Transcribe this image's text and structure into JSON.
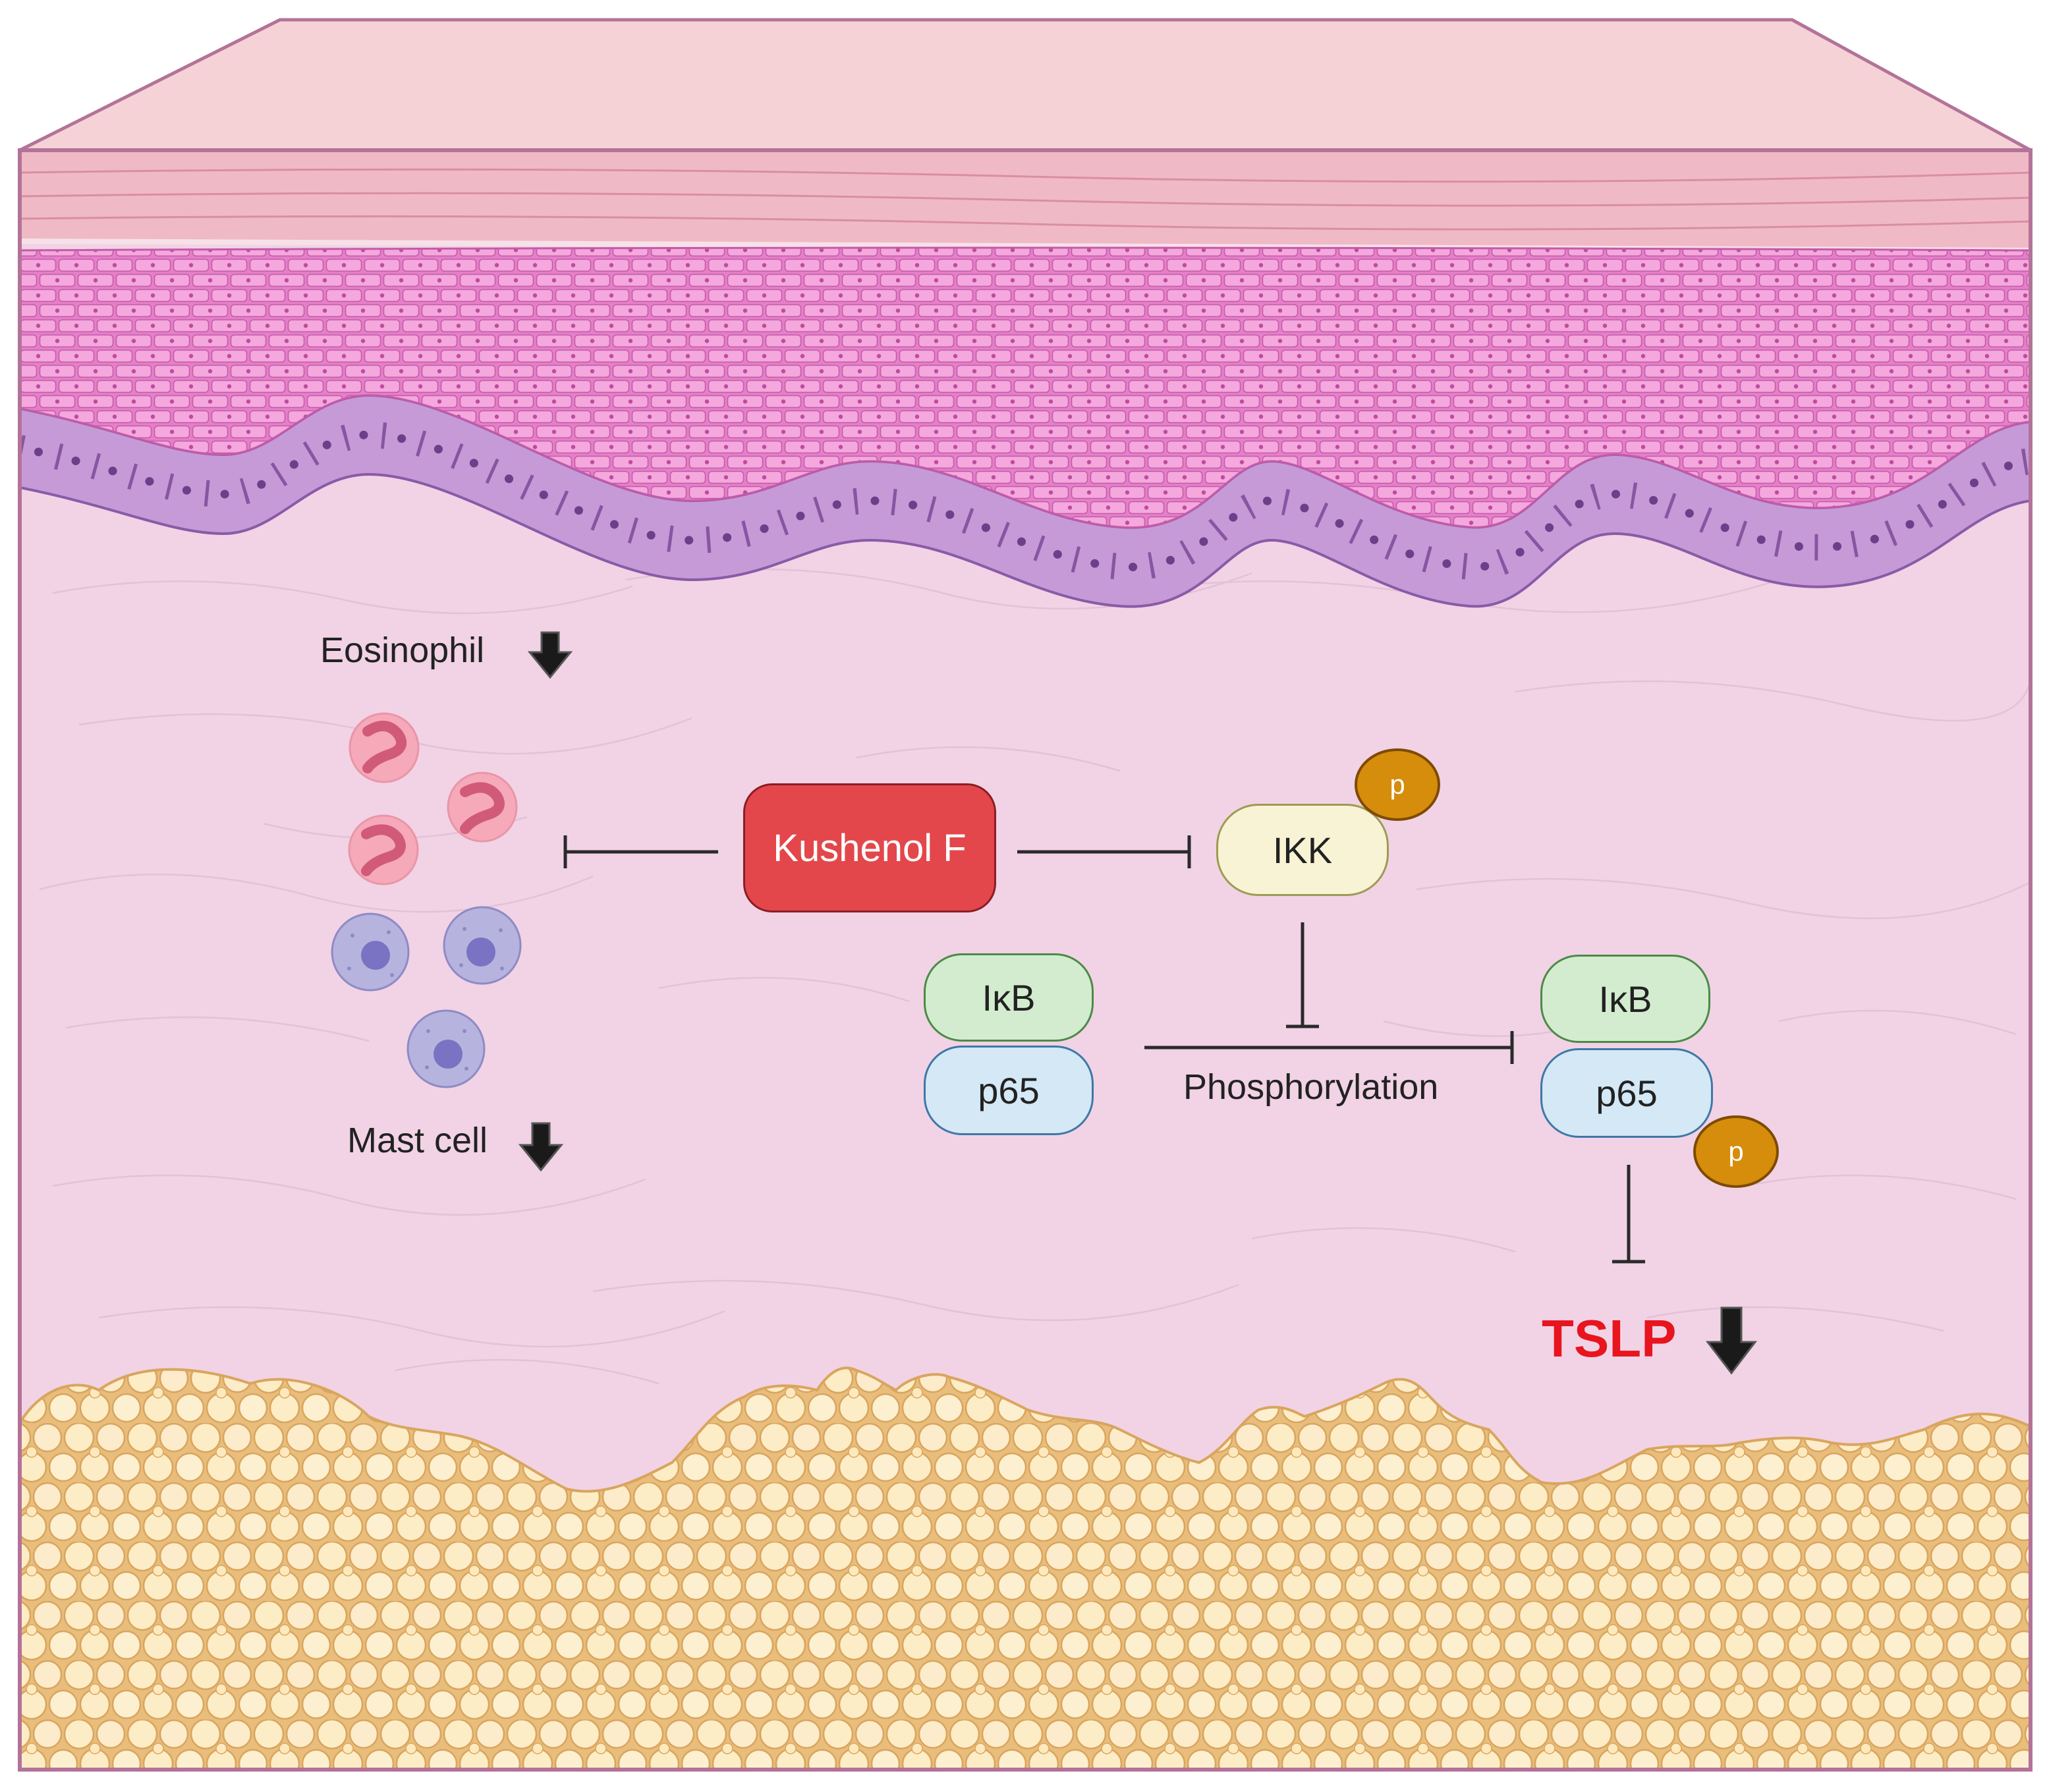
{
  "labels": {
    "eosinophil": "Eosinophil",
    "mast_cell": "Mast cell",
    "drug": "Kushenol F",
    "ikk": "IKK",
    "ikb_left": "IκB",
    "p65_left": "p65",
    "ikb_right": "IκB",
    "p65_right": "p65",
    "phosphorylation": "Phosphorylation",
    "tslp": "TSLP",
    "phospho_mark_ikk": "p",
    "phospho_mark_p65": "p"
  },
  "colors": {
    "drug_fill": "#e3474b",
    "tslp_text": "#e8141e",
    "ikk_fill": "#f7f3d4",
    "ikb_fill": "#d3eccf",
    "p65_fill": "#d4e8f6",
    "phospho_fill": "#d68d0c",
    "dermis": "#f1d3e5",
    "epidermis_cells": "#f1a6da",
    "basal_cells": "#c69ad6",
    "fat_cells": "#fdedc6"
  },
  "icons": {
    "down_arrow": "down-arrow-icon",
    "inhibition": "inhibition-bar-arrow"
  }
}
